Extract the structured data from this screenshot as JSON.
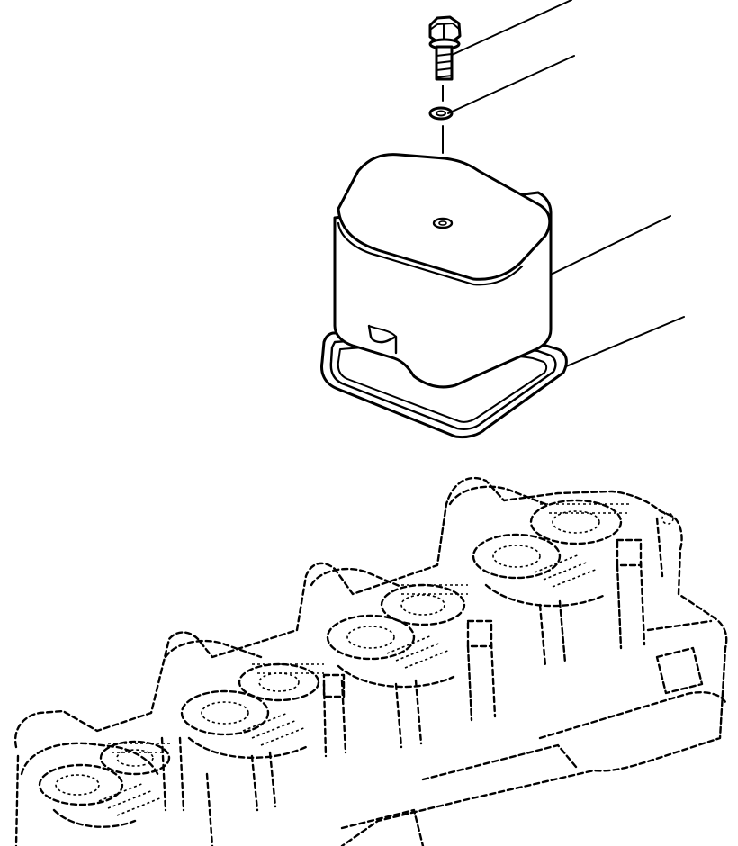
{
  "diagram": {
    "parts": [
      {
        "name": "bolt"
      },
      {
        "name": "washer"
      },
      {
        "name": "valve-cover"
      },
      {
        "name": "gasket"
      },
      {
        "name": "cylinder-head"
      }
    ],
    "leader_lines": 4,
    "valve_housings": 4
  }
}
